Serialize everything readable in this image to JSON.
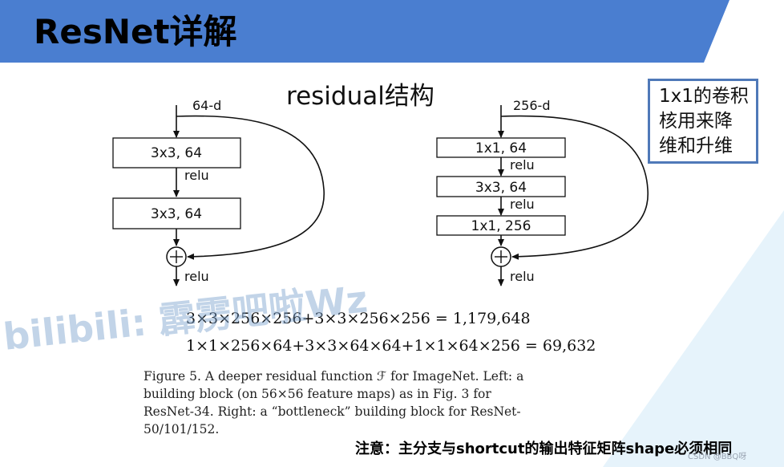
{
  "slide": {
    "title": "ResNet详解",
    "heading": "residual结构",
    "colors": {
      "banner": "#4a7ed0",
      "note_border": "#4f79b8",
      "watermark": "#8fb3da"
    }
  },
  "left_block": {
    "input_dim": "64-d",
    "layers": [
      "3x3, 64",
      "3x3, 64"
    ],
    "relu_labels": [
      "relu",
      "relu"
    ]
  },
  "right_block": {
    "input_dim": "256-d",
    "layers": [
      "1x1, 64",
      "3x3, 64",
      "1x1, 256"
    ],
    "relu_labels": [
      "relu",
      "relu",
      "relu"
    ]
  },
  "note_box": {
    "lines": [
      "1x1的卷积",
      "核用来降",
      "维和升维"
    ]
  },
  "equations": [
    "3×3×256×256+3×3×256×256 = 1,179,648",
    "1×1×256×64+3×3×64×64+1×1×64×256 = 69,632"
  ],
  "caption": "Figure 5. A deeper residual function ℱ for ImageNet. Left: a building block (on 56×56 feature maps) as in Fig. 3 for ResNet-34. Right: a “bottleneck” building block for ResNet-50/101/152.",
  "watermark": "bilibili: 霹雳吧啦Wz",
  "footer_note": "注意：主分支与shortcut的输出特征矩阵shape必须相同",
  "credit": "CSDN @BBQ呀"
}
